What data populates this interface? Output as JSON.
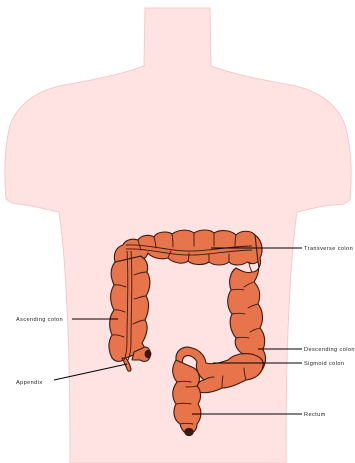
{
  "colors": {
    "background": "#ffffff",
    "body_fill": "#ffe3e3",
    "body_outline": "#f6c9c9",
    "colon_fill": "#e7744a",
    "colon_outline": "#3a1a10",
    "label_text": "#222222"
  },
  "labels": {
    "transverse": "Transverse colon",
    "ascending": "Ascending colon",
    "descending": "Descending colon",
    "sigmoid": "Sigmoid colon",
    "appendix": "Appendix",
    "rectum": "Rectum"
  }
}
